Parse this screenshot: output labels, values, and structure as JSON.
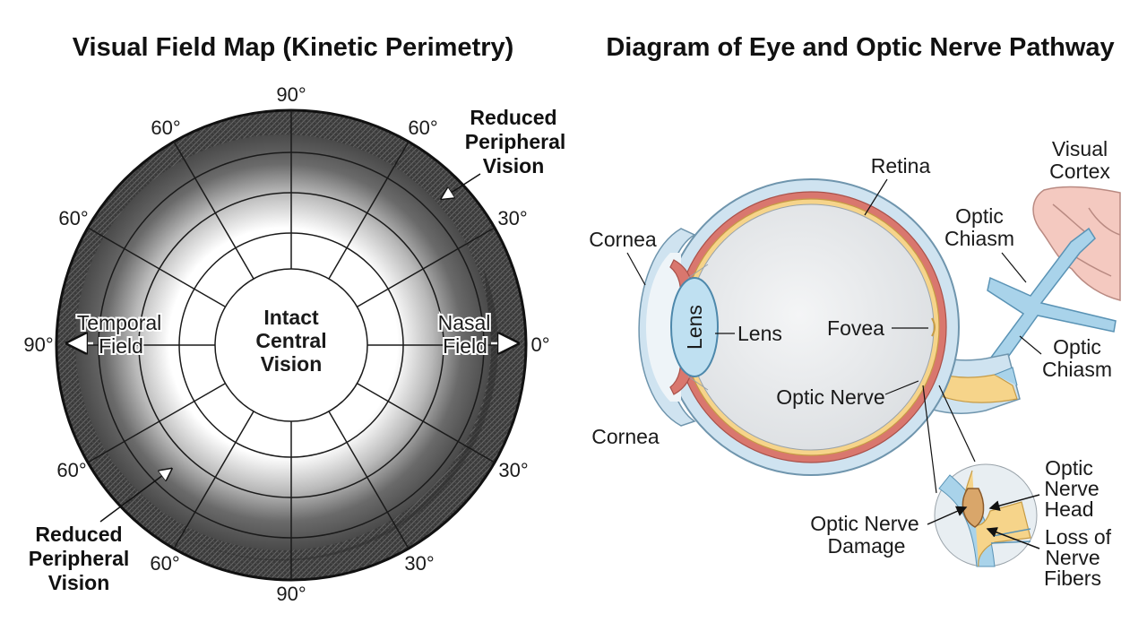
{
  "left_panel": {
    "title": "Visual Field Map (Kinetic Perimetry)",
    "degree_labels": {
      "top": "90°",
      "top_left": "60°",
      "top_right": "60°",
      "upper_left": "60°",
      "upper_right": "30°",
      "left": "90°",
      "right": "0°",
      "lower_left": "60°",
      "lower_right": "30°",
      "bottom_left": "60°",
      "bottom_right": "30°",
      "bottom": "90°"
    },
    "center_label": [
      "Intact",
      "Central",
      "Vision"
    ],
    "temporal_label": [
      "Temporal",
      "Field"
    ],
    "nasal_label": [
      "Nasal",
      "Field"
    ],
    "reduced_top": [
      "Reduced",
      "Peripheral",
      "Vision"
    ],
    "reduced_bottom": [
      "Reduced",
      "Peripheral",
      "Vision"
    ]
  },
  "right_panel": {
    "title": "Diagram of Eye and Optic Nerve Pathway",
    "labels": {
      "retina": "Retina",
      "visual_cortex": [
        "Visual",
        "Cortex"
      ],
      "optic_chiasm_top": [
        "Optic",
        "Chiasm"
      ],
      "optic_chiasm_right": [
        "Optic",
        "Chiasm"
      ],
      "cornea_top": "Cornea",
      "cornea_bottom": "Cornea",
      "lens_inside": "Lens",
      "lens": "Lens",
      "fovea": "Fovea",
      "optic_nerve": "Optic Nerve",
      "optic_nerve_head": [
        "Optic",
        "Nerve",
        "Head"
      ],
      "optic_nerve_damage": [
        "Optic Nerve",
        "Damage"
      ],
      "loss_of_fibers": [
        "Loss of",
        "Nerve",
        "Fibers"
      ]
    }
  },
  "colors": {
    "retina_red": "#d9776e",
    "nerve_yellow": "#f6d48a",
    "sclera_blue": "#cfe3f0",
    "pathway_blue": "#a9d3ea",
    "cortex_pink": "#f4c9c0"
  }
}
